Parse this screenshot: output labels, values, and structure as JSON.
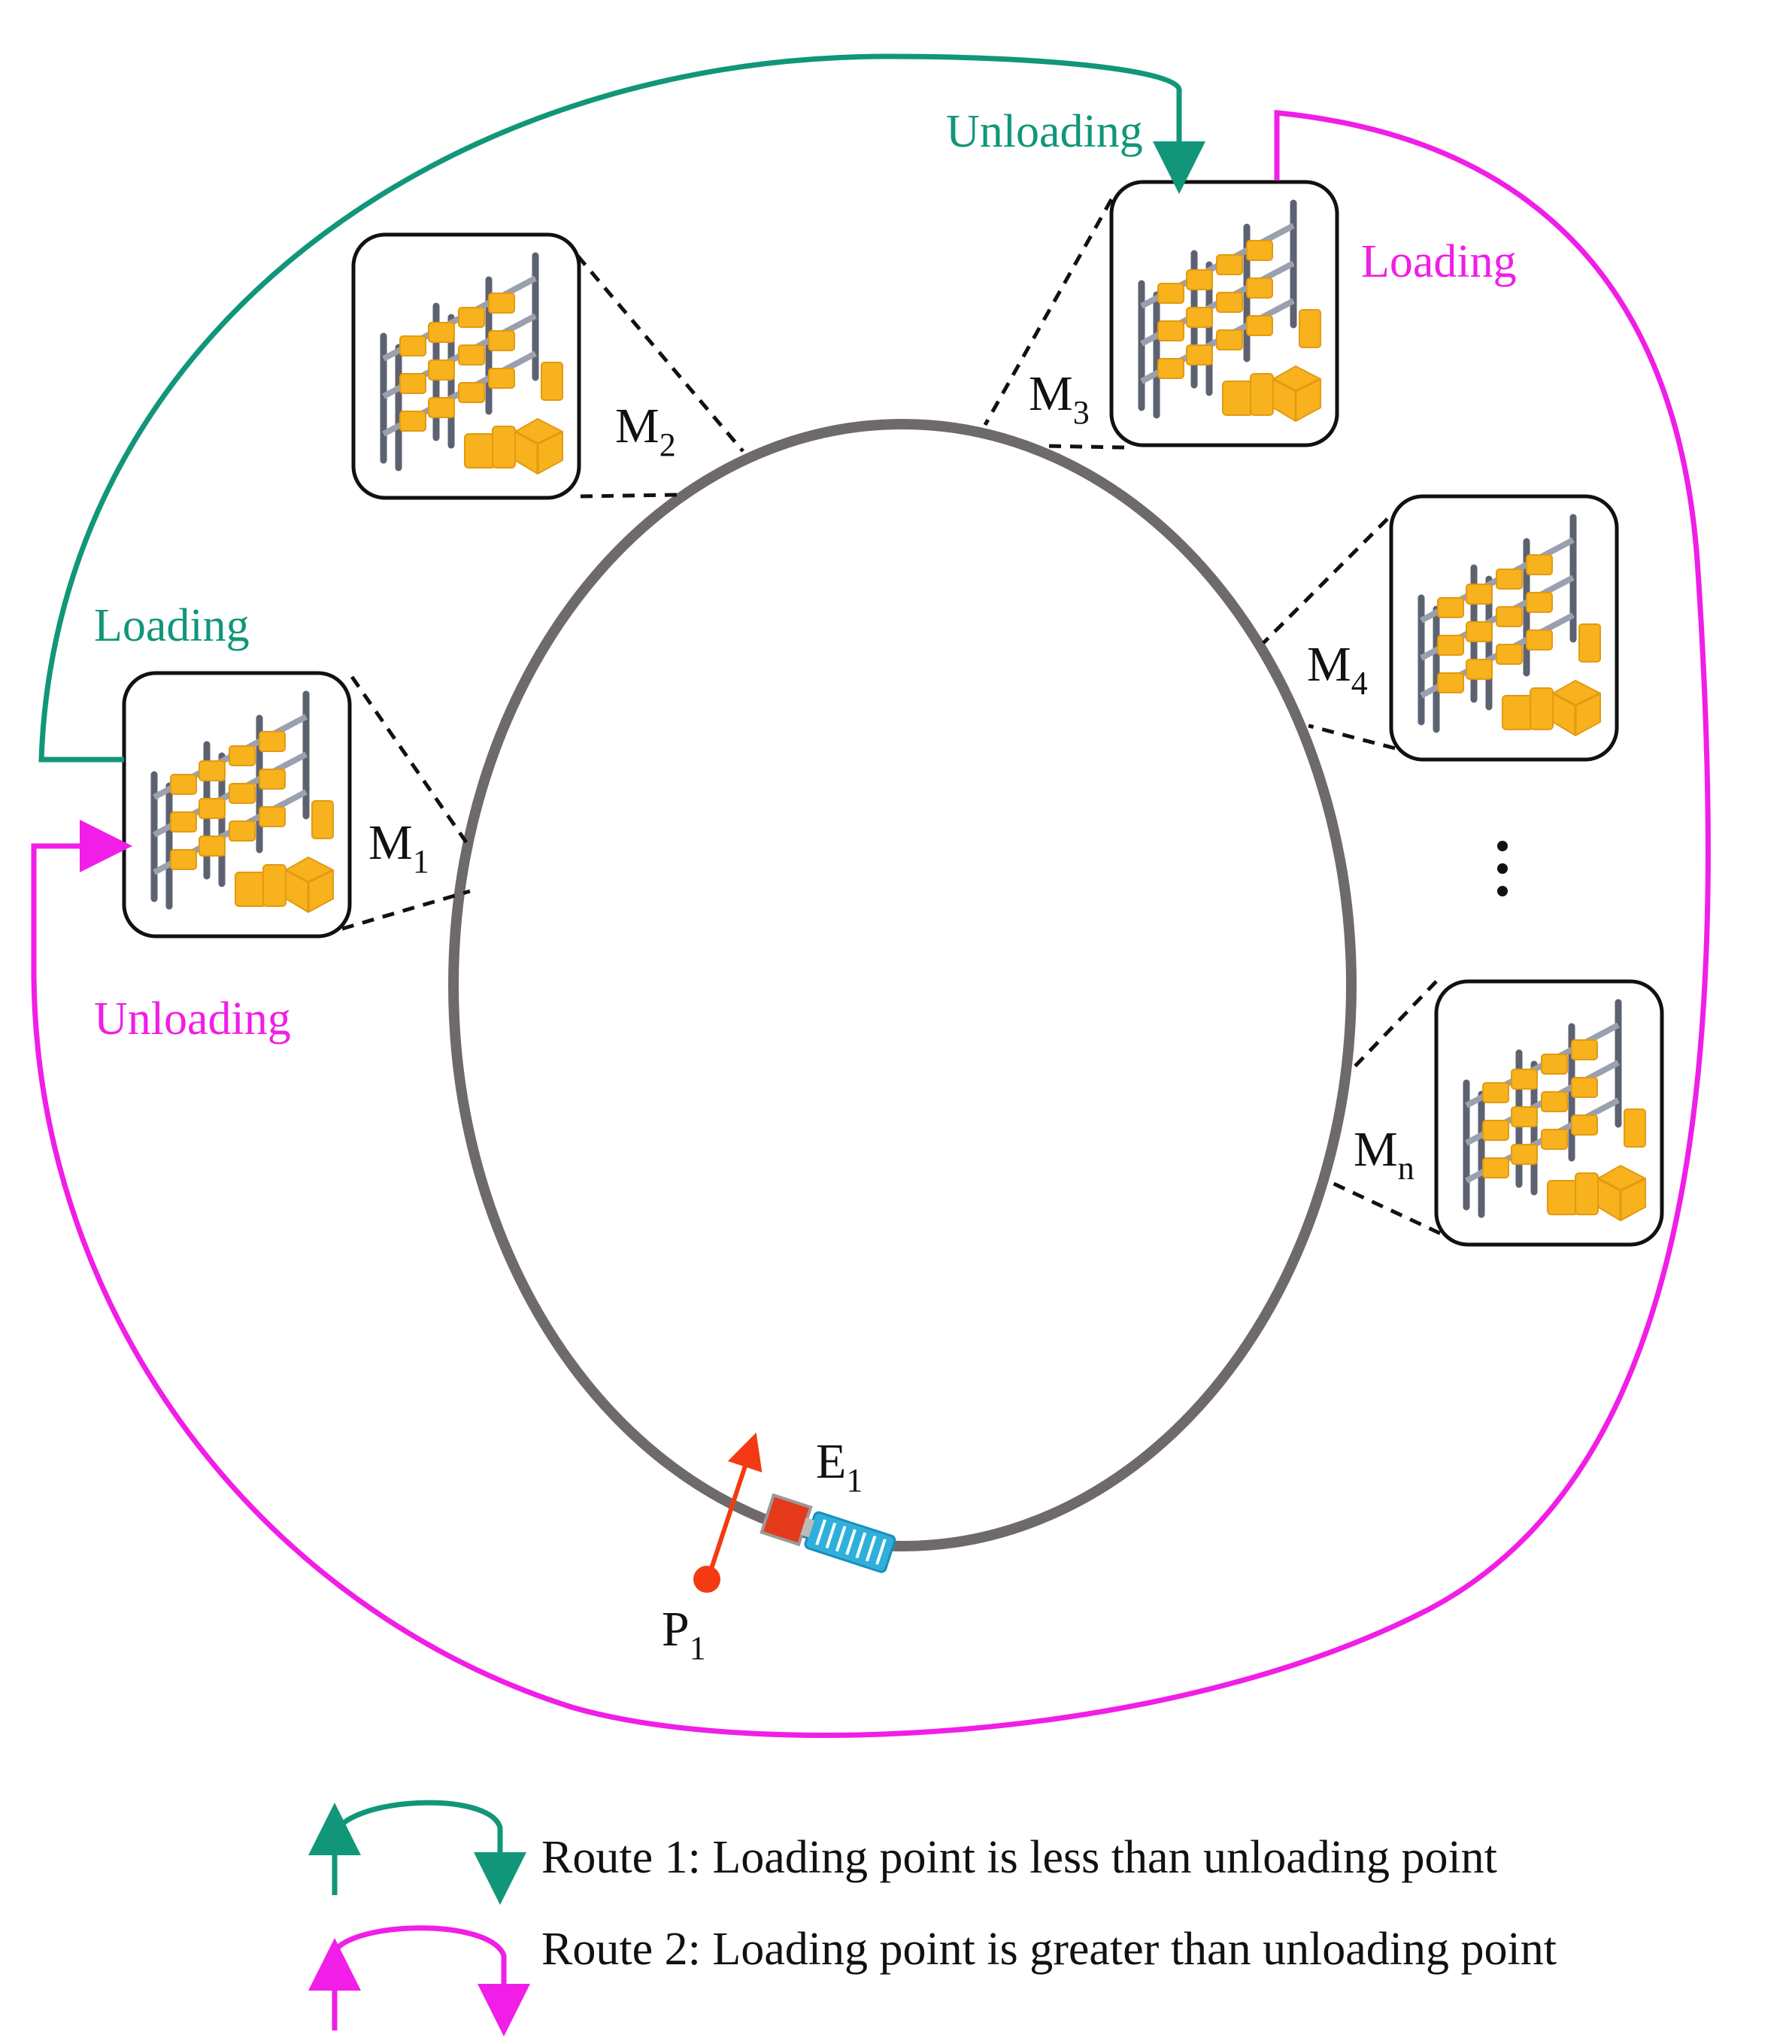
{
  "colors": {
    "route1": "#11967a",
    "route2": "#f01ee6",
    "ring": "#6f6a6a",
    "elevator_arrow": "#f33a12",
    "elevator_body": "#e5391c",
    "elevator_tray": "#2fb0dc"
  },
  "icons": {
    "warehouse_rack": "warehouse-shelving-with-boxes"
  },
  "labels": {
    "route1_loading": "Loading",
    "route1_unloading": "Unloading",
    "route2_loading": "Loading",
    "route2_unloading": "Unloading",
    "continuation": "⋮"
  },
  "machines": [
    {
      "main": "M",
      "sub": "1"
    },
    {
      "main": "M",
      "sub": "2"
    },
    {
      "main": "M",
      "sub": "3"
    },
    {
      "main": "M",
      "sub": "4"
    },
    {
      "main": "M",
      "sub": "n"
    }
  ],
  "elevator": {
    "main": "E",
    "sub": "1"
  },
  "pickup": {
    "main": "P",
    "sub": "1"
  },
  "legend": [
    {
      "text": "Route 1: Loading point is less than unloading point"
    },
    {
      "text": "Route 2: Loading point is greater than unloading point"
    }
  ]
}
